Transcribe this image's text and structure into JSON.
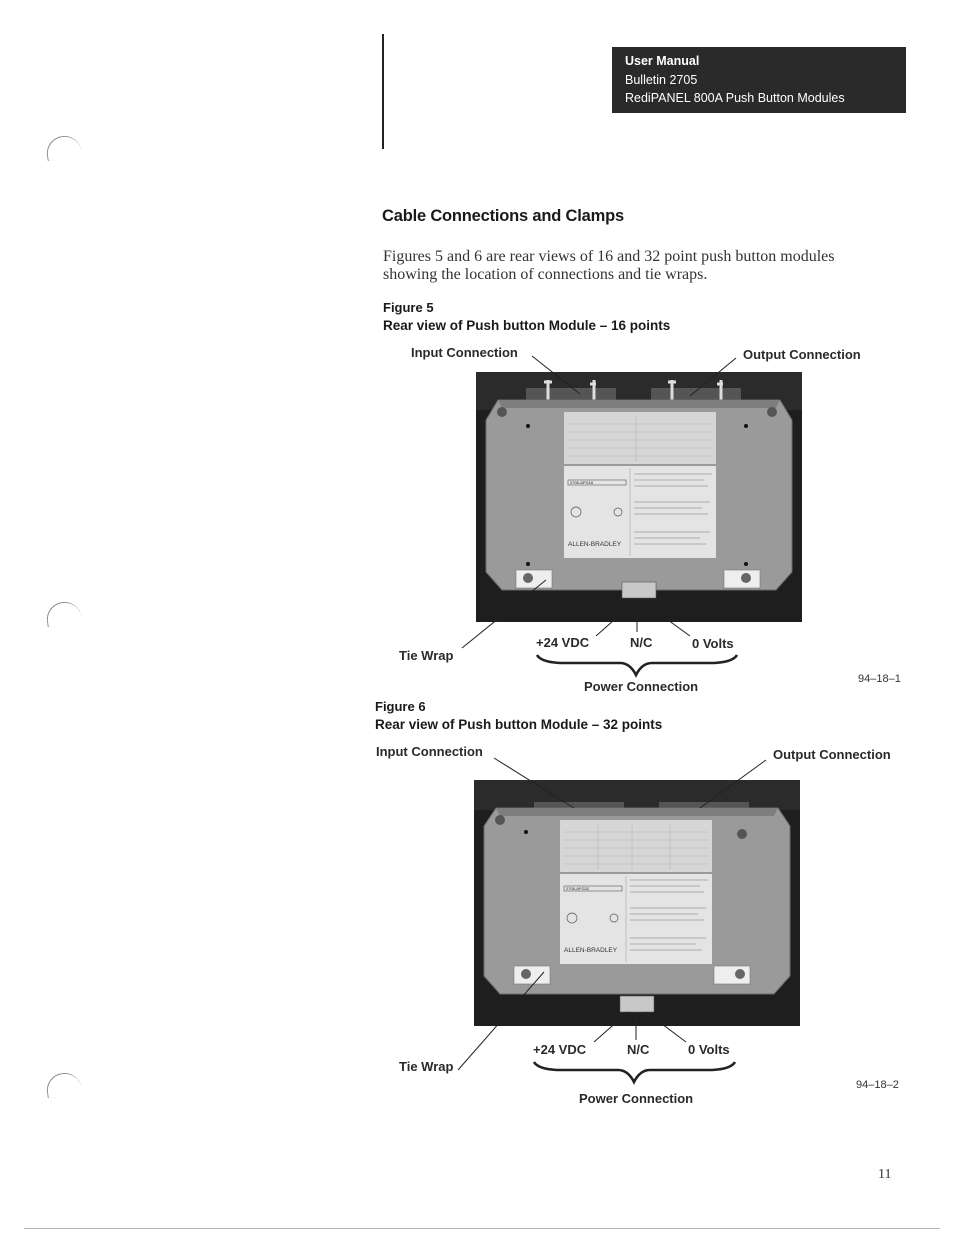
{
  "header": {
    "line1": "User Manual",
    "line2": "Bulletin 2705",
    "line3": "RediPANEL 800A Push Button Modules"
  },
  "section": {
    "title": "Cable Connections and Clamps",
    "intro": "Figures 5 and 6 are rear views of 16 and 32 point push button modules showing the location of connections and tie wraps."
  },
  "figures": [
    {
      "number": "Figure 5",
      "caption": "Rear view of Push button Module – 16 points",
      "input_label": "Input Connection",
      "output_label": "Output Connection",
      "tie_wrap_label": "Tie Wrap",
      "vdc_label": "+24 VDC",
      "nc_label": "N/C",
      "zero_volts_label": "0 Volts",
      "power_label": "Power Connection",
      "code": "94–18–1",
      "brand": "ALLEN-BRADLEY",
      "model": "2705-APG16"
    },
    {
      "number": "Figure 6",
      "caption": "Rear view of Push button Module – 32 points",
      "input_label": "Input Connection",
      "output_label": "Output Connection",
      "tie_wrap_label": "Tie Wrap",
      "vdc_label": "+24 VDC",
      "nc_label": "N/C",
      "zero_volts_label": "0 Volts",
      "power_label": "Power Connection",
      "code": "94–18–2",
      "brand": "ALLEN-BRADLEY",
      "model": "2705-APG32"
    }
  ],
  "page_number": "11"
}
